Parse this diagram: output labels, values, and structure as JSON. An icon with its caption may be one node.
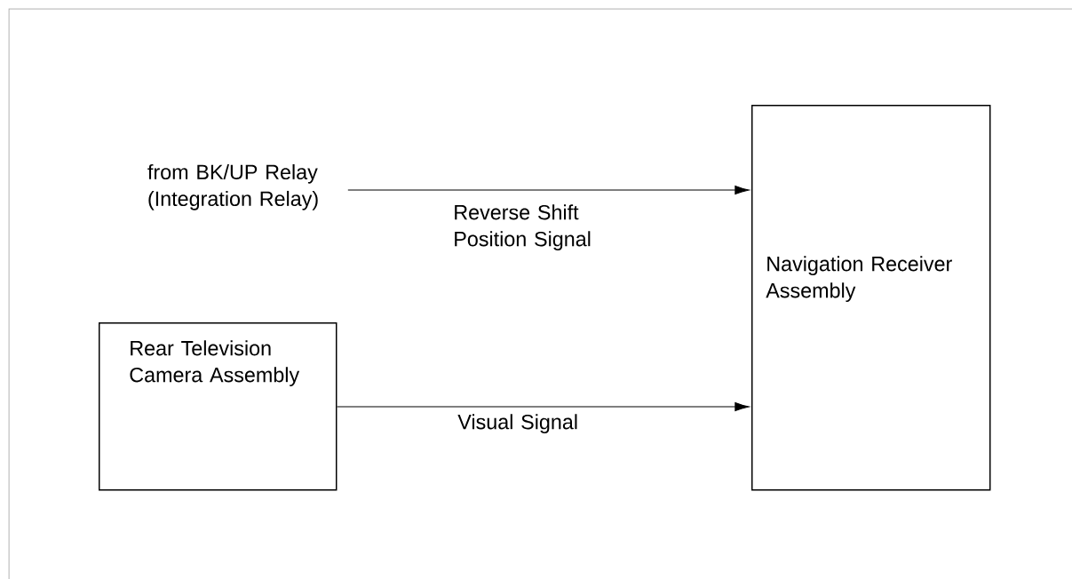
{
  "diagram": {
    "nodes": [
      {
        "text": [
          "from BK/UP Relay (Integration Relay)"
        ]
      },
      {
        "text": [
          "Navigation Receiver Assembly"
        ]
      },
      {
        "text": [
          "Rear Television Camera Assembly"
        ]
      }
    ],
    "edges": [
      {
        "from": 0,
        "to": 1,
        "arrow": "to",
        "label": "Reverse Shift Position Signal"
      },
      {
        "from": 2,
        "to": 1,
        "arrow": "to",
        "label": "Visual Signal"
      }
    ]
  }
}
